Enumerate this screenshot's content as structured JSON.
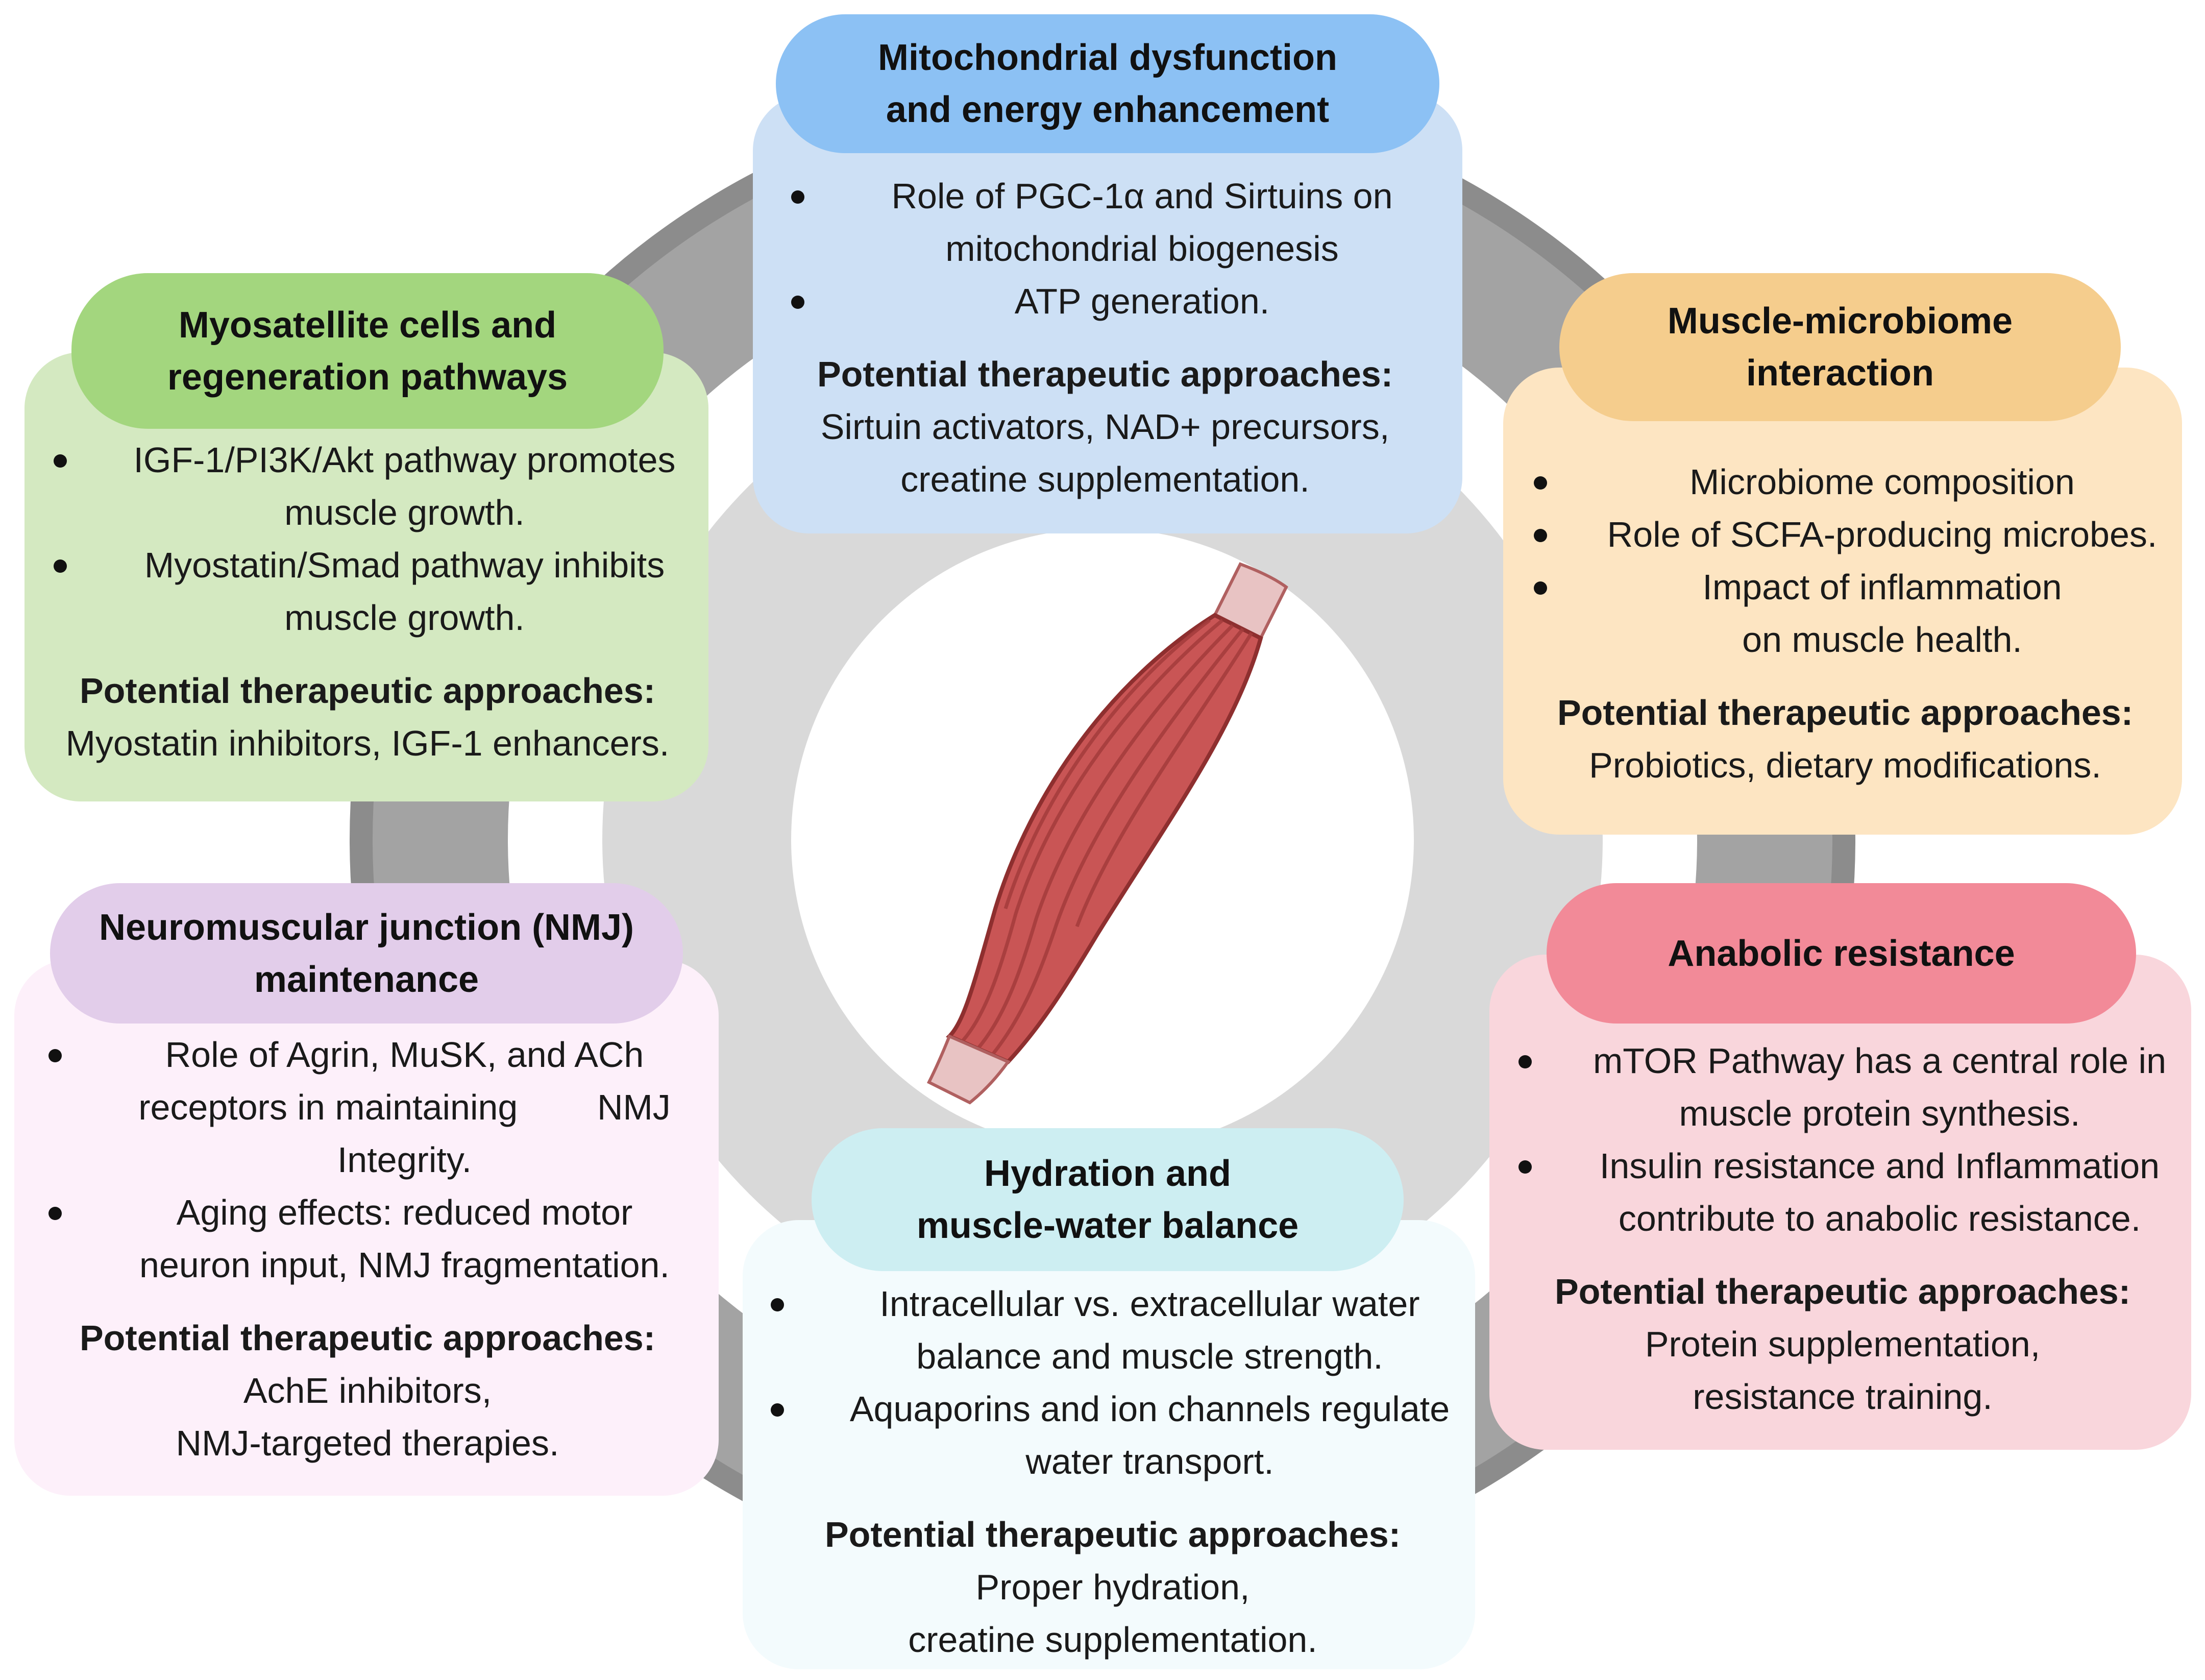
{
  "colors": {
    "ring_outer": "#8c8c8c",
    "ring_inner_gray": "#d9d9d9",
    "center_white": "#ffffff",
    "muscle_fill": "#c95555",
    "muscle_stripe": "#a43c3c",
    "tendon": "#e8c3c3",
    "mito": {
      "pill": "#8cc1f4",
      "card": "#cde0f5"
    },
    "myo": {
      "pill": "#a3d67e",
      "card": "#d4e9c1"
    },
    "microbiome": {
      "pill": "#f5cd8d",
      "card": "#fde5c2"
    },
    "nmj": {
      "pill": "#e2cdea",
      "card": "#fdf0fa"
    },
    "anabolic": {
      "pill": "#f28a98",
      "card": "#f9d6dc"
    },
    "hydration": {
      "pill": "#cdeef2",
      "card": "#f3fbfd"
    }
  },
  "center_image": {
    "icon": "muscle-illustration-icon"
  },
  "sections": {
    "mito": {
      "title": [
        "Mitochondrial dysfunction",
        "and energy enhancement"
      ],
      "bullets": [
        [
          "Role of PGC-1α and Sirtuins on",
          "mitochondrial biogenesis"
        ],
        [
          "ATP generation."
        ]
      ],
      "therapy_heading": "Potential therapeutic approaches:",
      "therapy_lines": [
        "Sirtuin activators, NAD+ precursors,",
        "creatine supplementation."
      ]
    },
    "myo": {
      "title": [
        "Myosatellite cells and",
        "regeneration pathways"
      ],
      "bullets": [
        [
          "IGF-1/PI3K/Akt pathway promotes",
          "muscle growth."
        ],
        [
          "Myostatin/Smad pathway inhibits",
          "muscle growth."
        ]
      ],
      "therapy_heading": "Potential therapeutic approaches:",
      "therapy_lines": [
        "Myostatin inhibitors, IGF-1 enhancers."
      ]
    },
    "microbiome": {
      "title": [
        "Muscle-microbiome",
        "interaction"
      ],
      "bullets": [
        [
          "Microbiome composition"
        ],
        [
          "Role of SCFA-producing microbes."
        ],
        [
          "Impact of inflammation",
          "on muscle health."
        ]
      ],
      "therapy_heading": "Potential therapeutic approaches:",
      "therapy_lines": [
        "Probiotics,  dietary modifications."
      ]
    },
    "nmj": {
      "title": [
        "Neuromuscular junction (NMJ)",
        "maintenance"
      ],
      "bullets": [
        [
          "Role of Agrin, MuSK, and ACh",
          "receptors in maintaining        NMJ",
          "Integrity."
        ],
        [
          "Aging effects: reduced motor",
          "neuron input, NMJ fragmentation."
        ]
      ],
      "therapy_heading": "Potential therapeutic approaches:",
      "therapy_lines": [
        "AchE inhibitors,",
        "NMJ-targeted therapies."
      ]
    },
    "anabolic": {
      "title": [
        "Anabolic resistance"
      ],
      "bullets": [
        [
          "mTOR Pathway has a central role in",
          "muscle protein synthesis."
        ],
        [
          "Insulin resistance and Inflammation",
          "contribute to anabolic resistance."
        ]
      ],
      "therapy_heading": "Potential therapeutic approaches:",
      "therapy_lines": [
        "Protein supplementation,",
        "resistance training."
      ]
    },
    "hydration": {
      "title": [
        "Hydration and",
        "muscle-water balance"
      ],
      "bullets": [
        [
          "Intracellular vs. extracellular water",
          "balance and muscle strength."
        ],
        [
          "Aquaporins and ion channels regulate",
          "water transport."
        ]
      ],
      "therapy_heading": "Potential therapeutic approaches:",
      "therapy_lines": [
        "Proper hydration,",
        "creatine supplementation."
      ]
    }
  }
}
